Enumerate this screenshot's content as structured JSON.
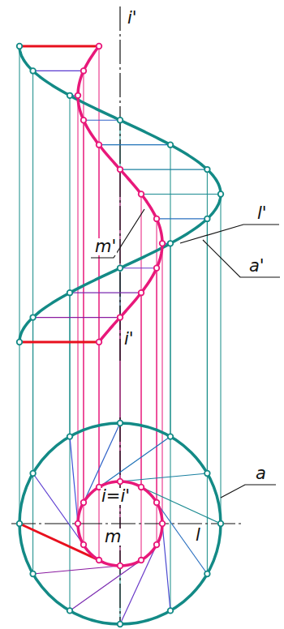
{
  "diagram": {
    "labels": [
      "i'",
      "l'",
      "m'",
      "a'",
      "i'",
      "i=i'",
      "a",
      "m",
      "l"
    ]
  }
}
